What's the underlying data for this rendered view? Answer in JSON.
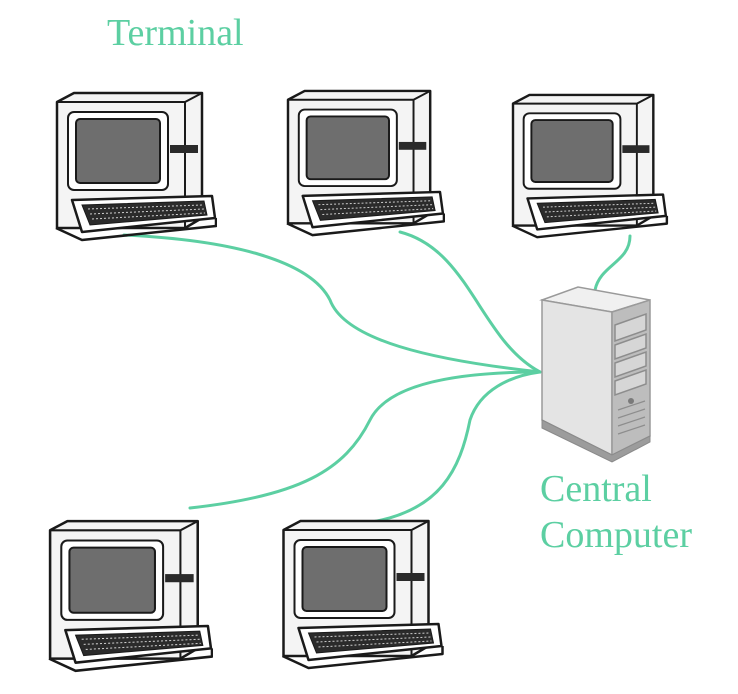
{
  "labels": {
    "terminal": "Terminal",
    "central_line1": "Central",
    "central_line2": "Computer"
  },
  "colors": {
    "accent": "#5ccfa2",
    "outline": "#1a1a1a",
    "screen": "#6e6e6e",
    "case_light": "#f4f4f4",
    "server_light": "#dcdcdc",
    "server_dark": "#a9a9a9"
  },
  "icons": [
    "terminal-icon",
    "server-tower-icon"
  ]
}
